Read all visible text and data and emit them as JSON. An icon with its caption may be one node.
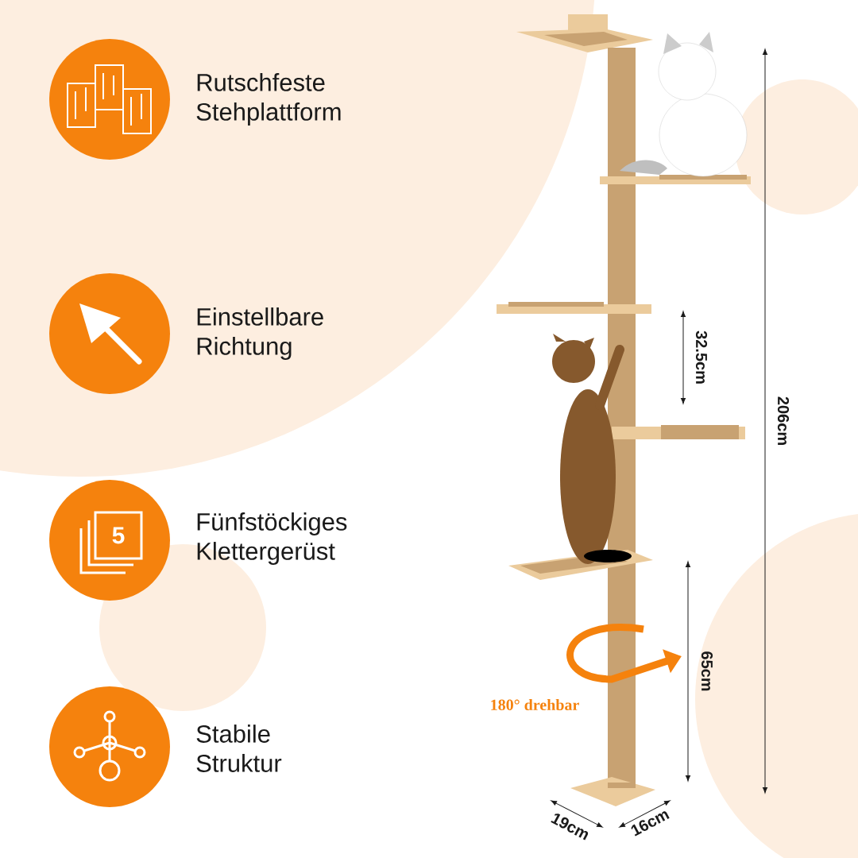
{
  "diagram": {
    "labels": [
      "Rutschfeste Stehplattform",
      "Einstellbare Richtung",
      "5",
      "Fünfstöckiges Klettergerüst",
      "Stabile Struktur",
      "32.5cm",
      "206cm",
      "180° drehbar",
      "65cm",
      "19cm",
      "16cm"
    ]
  }
}
